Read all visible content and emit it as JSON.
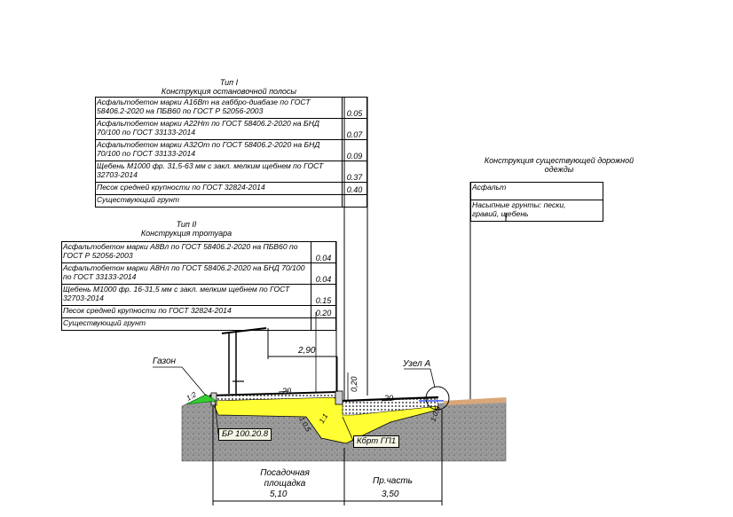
{
  "type1": {
    "title_line1": "Тип I",
    "title_line2": "Конструкция остановочной полосы",
    "rows": [
      {
        "text": "Асфальтобетон марки А16Вт на габбро-диабазе по ГОСТ 58406.2-2020 на ПБВ60 по ГОСТ Р 52056-2003",
        "value": "0.05"
      },
      {
        "text": "Асфальтобетон марки А22Нт по ГОСТ 58406.2-2020 на БНД 70/100 по ГОСТ 33133-2014",
        "value": "0.07"
      },
      {
        "text": "Асфальтобетон марки А32От по ГОСТ 58406.2-2020 на БНД 70/100 по ГОСТ 33133-2014",
        "value": "0.09"
      },
      {
        "text": "Щебень М1000 фр. 31,5-63 мм с закл. мелким щебнем по ГОСТ 32703-2014",
        "value": "0.37"
      },
      {
        "text": "Песок средней крупности по ГОСТ 32824-2014",
        "value": "0.40"
      },
      {
        "text": "Существующий грунт",
        "value": ""
      }
    ]
  },
  "type2": {
    "title_line1": "Тип II",
    "title_line2": "Конструкция тротуара",
    "rows": [
      {
        "text": "Асфальтобетон марки А8Вл по ГОСТ 58406.2-2020 на ПБВ60 по ГОСТ Р 52056-2003",
        "value": "0.04"
      },
      {
        "text": "Асфальтобетон марки А8Нл по ГОСТ 58406.2-2020 на БНД 70/100 по ГОСТ 33133-2014",
        "value": "0.04"
      },
      {
        "text": "Щебень М1000 фр. 16-31,5 мм с закл. мелким щебнем по ГОСТ 32703-2014",
        "value": "0.15"
      },
      {
        "text": "Песок средней крупности по ГОСТ 32824-2014",
        "value": "0.20"
      },
      {
        "text": "Существующий грунт",
        "value": ""
      }
    ]
  },
  "existing": {
    "title_line1": "Конструкция существующей дорожной",
    "title_line2": "одежды",
    "row1": "Асфальт",
    "row2_line1": "Насыпные грунты: пески,",
    "row2_line2": "гравий, щебень"
  },
  "labels": {
    "gazon": "Газон",
    "uzel": "Узел А",
    "br": "БР 100.20.8",
    "kbrt": "Кбрт ГП1",
    "slope_left": "1:2",
    "slope_mid": "1:0,5",
    "slope_mid2": "1:1",
    "slope_right": "1:0,5",
    "slope_pct_left": "20",
    "slope_pct_right": "20",
    "dim_290": "2,90",
    "dim_020": "0,20",
    "posadochnaya_line1": "Посадочная",
    "posadochnaya_line2": "площадка",
    "dim_510": "5,10",
    "prchast": "Пр.часть",
    "dim_350": "3,50"
  },
  "colors": {
    "sand": "#ffff33",
    "grass": "#33cc33",
    "soil": "#8a8a8a",
    "existing": "#d9a77a",
    "road_blue": "#3355ff",
    "label_box": "#f6f6e6"
  }
}
